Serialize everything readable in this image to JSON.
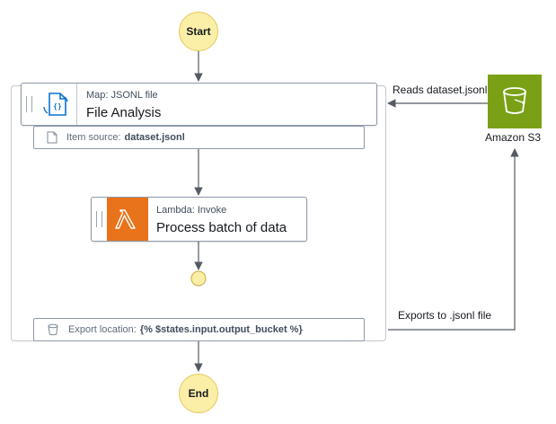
{
  "start": {
    "label": "Start"
  },
  "end": {
    "label": "End"
  },
  "map_state": {
    "type": "Map: JSONL file",
    "name": "File Analysis"
  },
  "item_source": {
    "label": "Item source:",
    "value": "dataset.jsonl"
  },
  "lambda_state": {
    "type": "Lambda: Invoke",
    "name": "Process batch of data"
  },
  "export_location": {
    "label": "Export location:",
    "value": "{% $states.input.output_bucket %}"
  },
  "s3": {
    "label": "Amazon S3"
  },
  "edges": {
    "reads_label": "Reads dataset.jsonl",
    "exports_label": "Exports to .jsonl file"
  },
  "colors": {
    "terminal_fill": "#fbefa7",
    "map_icon_blue": "#0972d3",
    "lambda_orange": "#e8731a",
    "s3_green": "#7aa116",
    "edge_gray": "#545b64"
  },
  "icons": {
    "map": "json-file-icon",
    "lambda": "lambda-icon",
    "s3": "bucket-icon",
    "item_source": "document-icon",
    "export": "bucket-outline-icon"
  }
}
